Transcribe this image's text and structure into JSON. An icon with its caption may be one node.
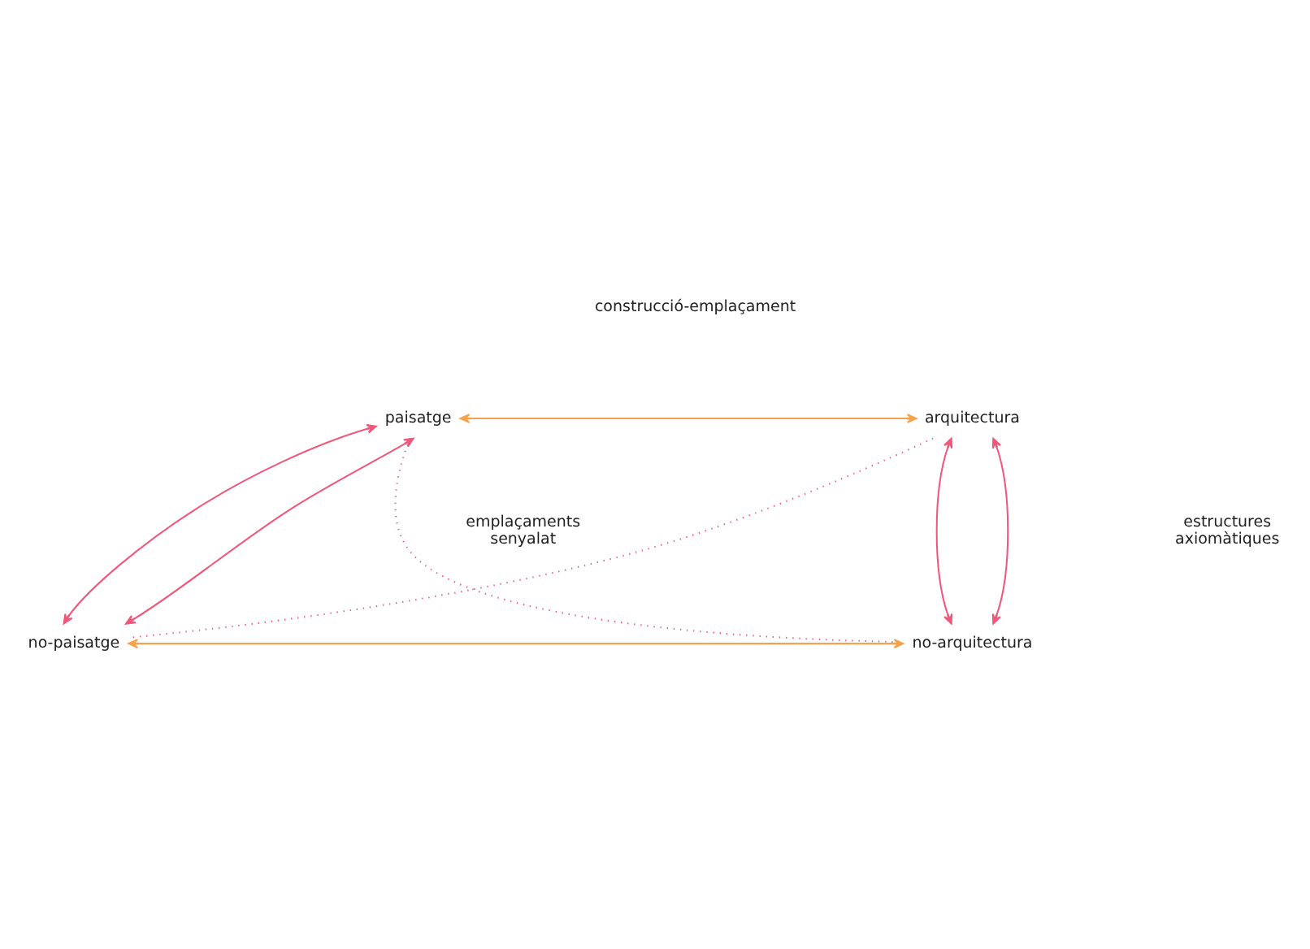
{
  "diagram": {
    "nodes": [
      {
        "text": [
          "paisatge"
        ]
      },
      {
        "text": [
          "arquitectura"
        ]
      },
      {
        "text": [
          "no-paisatge"
        ]
      },
      {
        "text": [
          "no-arquitectura"
        ]
      }
    ],
    "edges": [
      {
        "from": 0,
        "to": 1,
        "arrow": "both",
        "color": "#f5a24b"
      },
      {
        "from": 0,
        "to": 2,
        "arrow": "both"
      },
      {
        "from": 0,
        "to": 2,
        "arrow": "both"
      },
      {
        "from": 1,
        "to": 3,
        "arrow": "both"
      },
      {
        "from": 1,
        "to": 3,
        "arrow": "both"
      },
      {
        "from": 0,
        "to": 3,
        "arrow": "none",
        "style": "dashed"
      },
      {
        "from": 1,
        "to": 2,
        "arrow": "none",
        "style": "dashed"
      },
      {
        "from": 2,
        "to": 3,
        "arrow": "both",
        "color": "#f5a24b"
      }
    ],
    "labels": [
      "construcció-emplaçament",
      "emplaçaments senyalat",
      "estructures axiomàtiques"
    ]
  }
}
